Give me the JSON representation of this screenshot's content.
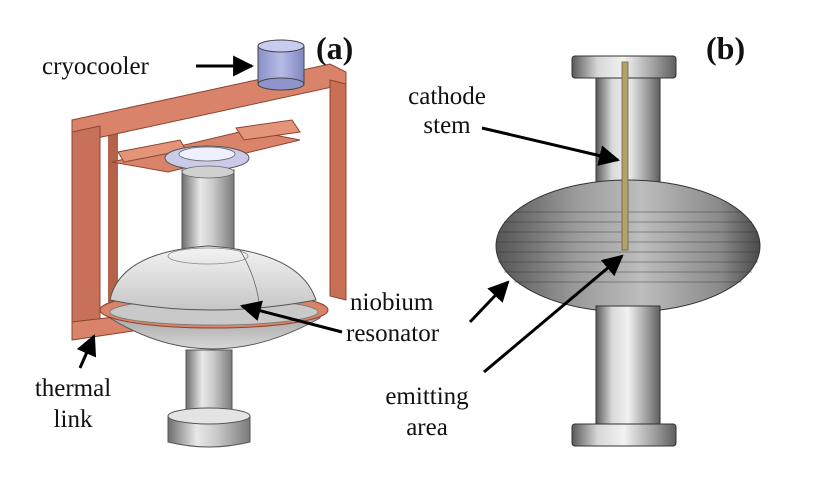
{
  "panels": {
    "a": "(a)",
    "b": "(b)"
  },
  "labels": {
    "cryocooler": "cryocooler",
    "cathode_line1": "cathode",
    "cathode_line2": "stem",
    "niobium_line1": "niobium",
    "niobium_line2": "resonator",
    "thermal_line1": "thermal",
    "thermal_line2": "link",
    "emitting_line1": "emitting",
    "emitting_line2": "area"
  },
  "colors": {
    "copper": "#d9846a",
    "copper_dark": "#a8553c",
    "steel": "#b9b9b9",
    "steel_dark": "#6a6a6a",
    "cryo_blue": "#aab0dc",
    "stem_gold": "#b3a36a",
    "arrow": "#000000"
  }
}
